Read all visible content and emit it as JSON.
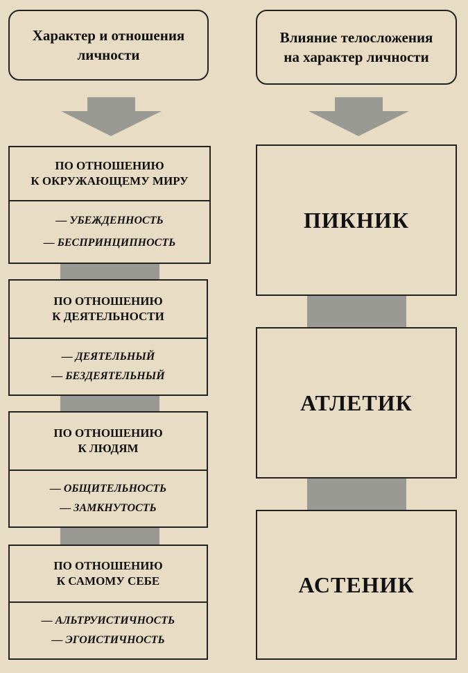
{
  "left_header": "Характер и отношения\nличности",
  "right_header": "Влияние телосложения\nна характер личности",
  "relations": [
    {
      "title": "ПО ОТНОШЕНИЮ\nК ОКРУЖАЮЩЕМУ МИРУ",
      "items": [
        "— УБЕЖДЕННОСТЬ",
        "— БЕСПРИНЦИПНОСТЬ"
      ]
    },
    {
      "title": "ПО ОТНОШЕНИЮ\nК ДЕЯТЕЛЬНОСТИ",
      "items": [
        "— ДЕЯТЕЛЬНЫЙ",
        "— БЕЗДЕЯТЕЛЬНЫЙ"
      ]
    },
    {
      "title": "ПО ОТНОШЕНИЮ\nК ЛЮДЯМ",
      "items": [
        "— ОБЩИТЕЛЬНОСТЬ",
        "— ЗАМКНУТОСТЬ"
      ]
    },
    {
      "title": "ПО ОТНОШЕНИЮ\nК САМОМУ СЕБЕ",
      "items": [
        "— АЛЬТРУИСТИЧНОСТЬ",
        "— ЭГОИСТИЧНОСТЬ"
      ]
    }
  ],
  "body_types": [
    "ПИКНИК",
    "АТЛЕТИК",
    "АСТЕНИК"
  ],
  "colors": {
    "background": "#e9dcc5",
    "border": "#222222",
    "connector": "#9a9a94"
  }
}
